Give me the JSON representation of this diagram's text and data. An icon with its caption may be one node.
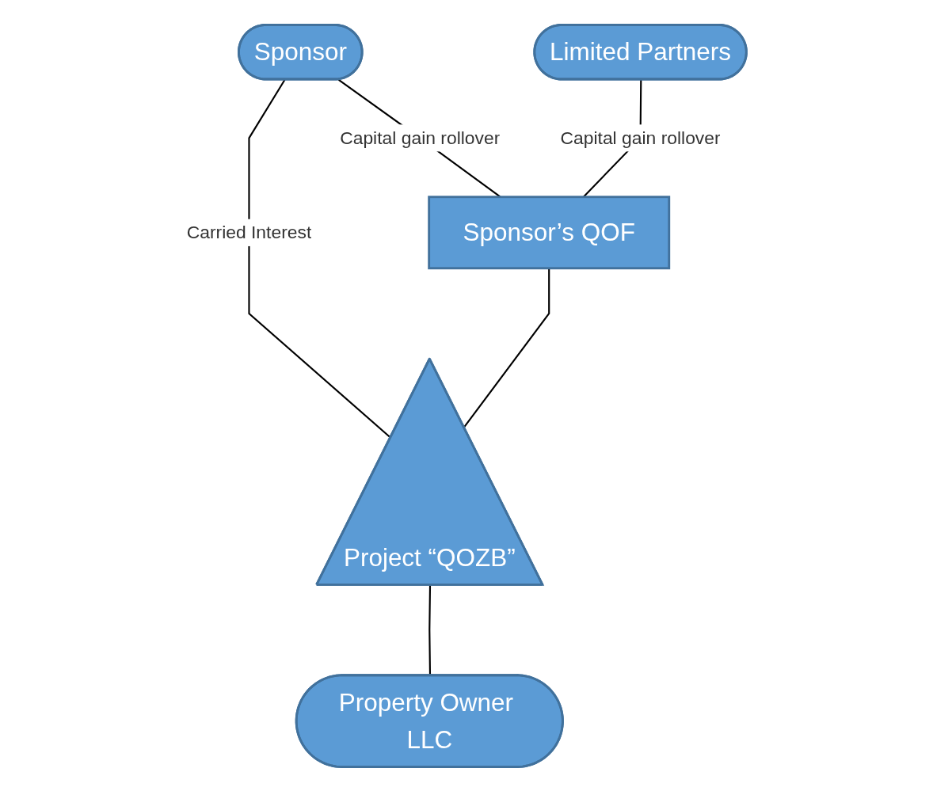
{
  "diagram": {
    "nodes": [
      {
        "text": [
          "Sponsor"
        ]
      },
      {
        "text": [
          "Limited Partners"
        ]
      },
      {
        "text": [
          "Sponsor’s QOF"
        ]
      },
      {
        "text": [
          "Project “QOZB”"
        ]
      },
      {
        "text": [
          "Property Owner LLC"
        ]
      }
    ],
    "edges": [
      {
        "from": 0,
        "to": 2,
        "arrow": "none",
        "label": "Capital gain rollover"
      },
      {
        "from": 1,
        "to": 2,
        "arrow": "none",
        "label": "Capital gain rollover"
      },
      {
        "from": 0,
        "to": 3,
        "arrow": "none",
        "label": "Carried Interest"
      },
      {
        "from": 2,
        "to": 3,
        "arrow": "none"
      },
      {
        "from": 3,
        "to": 4,
        "arrow": "none"
      }
    ]
  }
}
